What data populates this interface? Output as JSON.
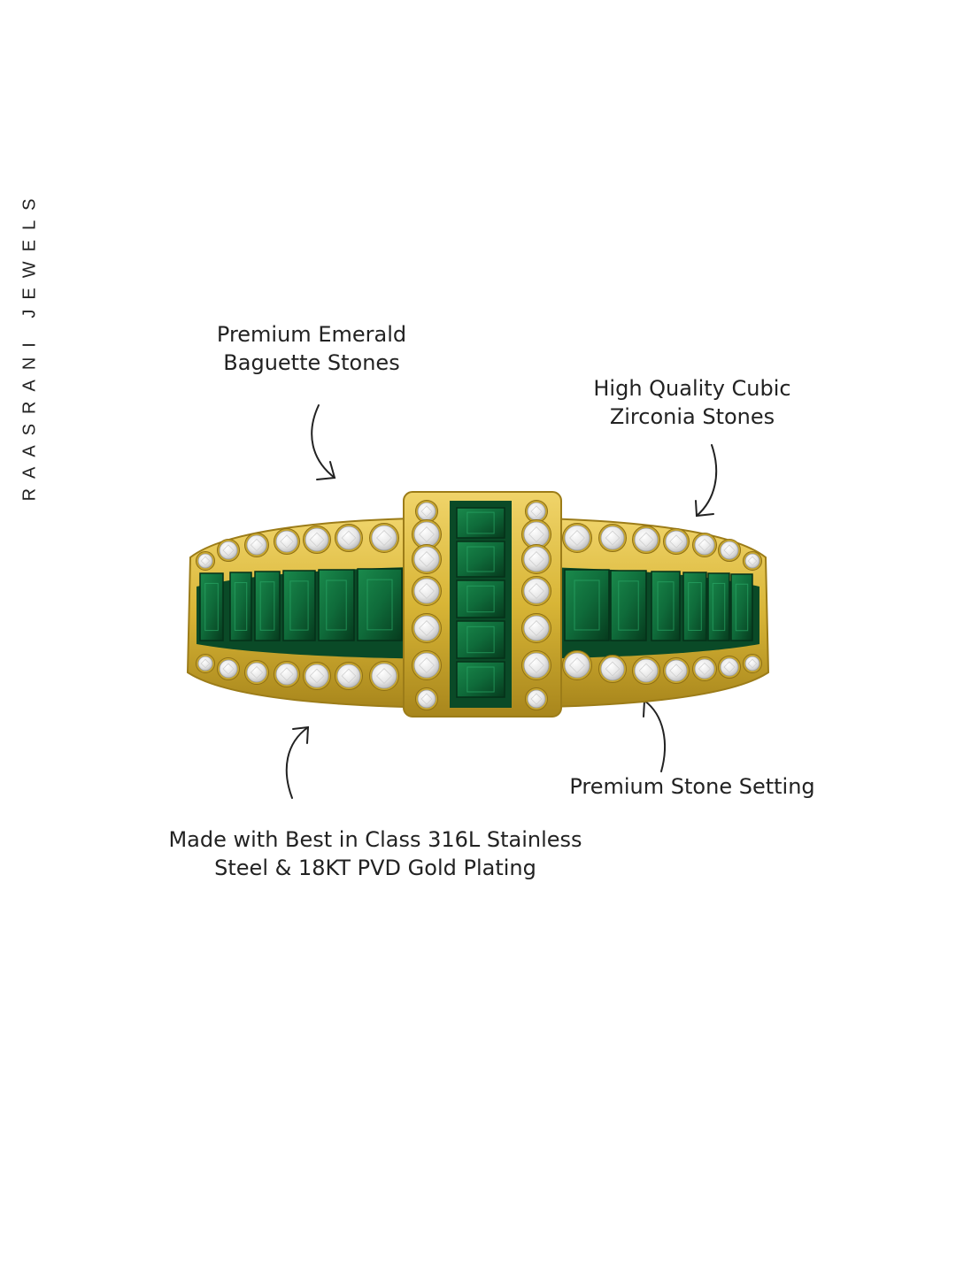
{
  "brand": {
    "name": "RAASRANI JEWELS"
  },
  "callouts": {
    "emerald": {
      "line1": "Premium Emerald",
      "line2": "Baguette Stones"
    },
    "cubic_zirconia": {
      "line1": "High Quality Cubic",
      "line2": "Zirconia Stones"
    },
    "stone_setting": {
      "line1": "Premium Stone Setting"
    },
    "material": {
      "line1": "Made with Best in Class 316L Stainless",
      "line2": "Steel & 18KT PVD Gold Plating"
    }
  },
  "colors": {
    "background": "#ffffff",
    "gold": "#d8b536",
    "gold_dark": "#a8861c",
    "emerald": "#0f6b3a",
    "emerald_dark": "#073b1f",
    "diamond": "#f2f2f2",
    "text": "#222222"
  }
}
